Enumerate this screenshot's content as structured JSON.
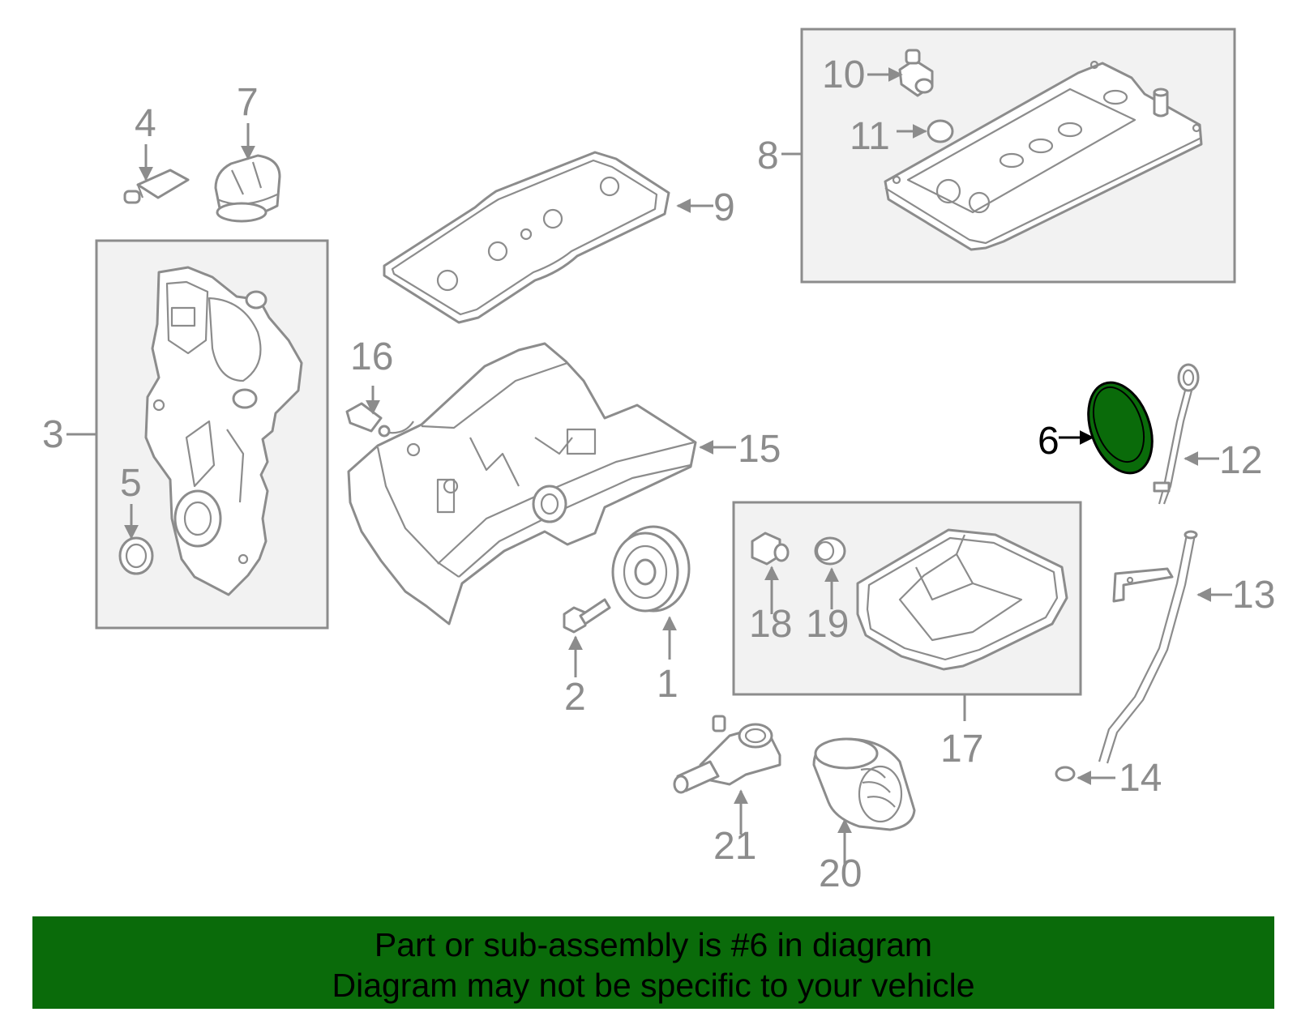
{
  "colors": {
    "line": "#8c8c8c",
    "box_fill": "#f2f2f2",
    "highlight_fill": "#0a6b0a",
    "banner_bg": "#0a6b0a",
    "highlight_text": "#000000"
  },
  "callouts": {
    "c1": "1",
    "c2": "2",
    "c3": "3",
    "c4": "4",
    "c5": "5",
    "c6": "6",
    "c7": "7",
    "c8": "8",
    "c9": "9",
    "c10": "10",
    "c11": "11",
    "c12": "12",
    "c13": "13",
    "c14": "14",
    "c15": "15",
    "c16": "16",
    "c17": "17",
    "c18": "18",
    "c19": "19",
    "c20": "20",
    "c21": "21"
  },
  "highlighted_part": "6",
  "banner": {
    "line1": "Part or sub-assembly is #6 in diagram",
    "line2": "Diagram may not be specific to your vehicle"
  }
}
